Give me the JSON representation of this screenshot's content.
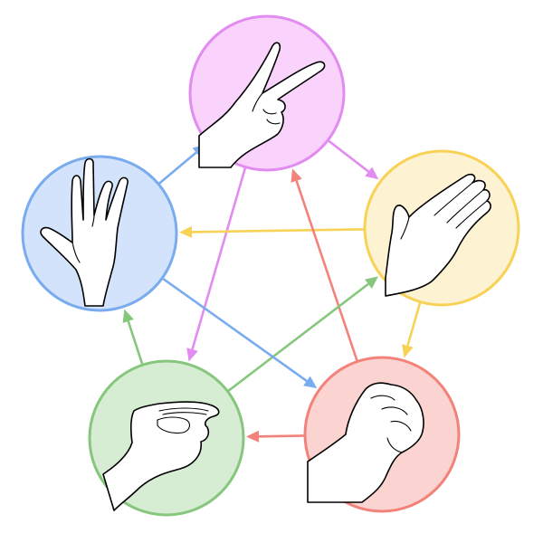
{
  "diagram": {
    "kind": "rock-paper-scissors-lizard-spock",
    "nodes": [
      {
        "id": "scissors",
        "icon": "scissors-hand-icon",
        "fill": "#f9d3fb",
        "stroke": "#e28bf0"
      },
      {
        "id": "paper",
        "icon": "paper-hand-icon",
        "fill": "#fdf2d2",
        "stroke": "#f8d256"
      },
      {
        "id": "rock",
        "icon": "rock-hand-icon",
        "fill": "#fbd3d0",
        "stroke": "#f3827a"
      },
      {
        "id": "lizard",
        "icon": "lizard-hand-icon",
        "fill": "#d6ecd3",
        "stroke": "#86c77d"
      },
      {
        "id": "spock",
        "icon": "spock-hand-icon",
        "fill": "#d3e3fb",
        "stroke": "#79acef"
      }
    ],
    "edges": [
      {
        "from": "scissors",
        "to": "paper",
        "color": "#e28bf0"
      },
      {
        "from": "scissors",
        "to": "lizard",
        "color": "#e28bf0"
      },
      {
        "from": "paper",
        "to": "spock",
        "color": "#f8d256"
      },
      {
        "from": "paper",
        "to": "rock",
        "color": "#f8d256"
      },
      {
        "from": "rock",
        "to": "scissors",
        "color": "#f3827a"
      },
      {
        "from": "rock",
        "to": "lizard",
        "color": "#f3827a"
      },
      {
        "from": "lizard",
        "to": "spock",
        "color": "#86c77d"
      },
      {
        "from": "lizard",
        "to": "paper",
        "color": "#86c77d"
      },
      {
        "from": "spock",
        "to": "scissors",
        "color": "#79acef"
      },
      {
        "from": "spock",
        "to": "rock",
        "color": "#79acef"
      }
    ]
  }
}
